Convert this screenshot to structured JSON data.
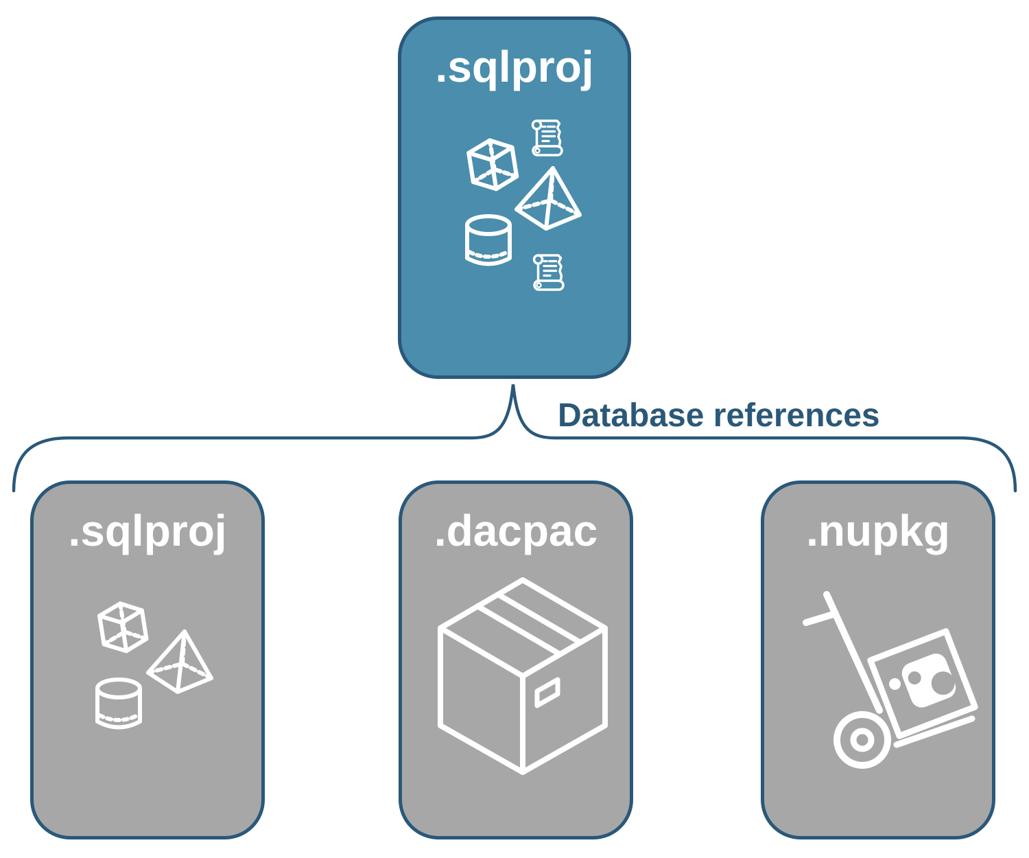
{
  "page": {
    "background": "#ffffff"
  },
  "root_card": {
    "label": ".sqlproj",
    "fill": "#4a8dac",
    "border": "#29587a",
    "icons": [
      "cube-icon",
      "scroll-icon",
      "pyramid-icon",
      "cylinder-icon",
      "scroll-icon"
    ]
  },
  "connector": {
    "label": "Database references",
    "color": "#2b5878",
    "shape": "upward-curly-brace"
  },
  "child_cards": [
    {
      "label": ".sqlproj",
      "fill": "#a7a7a7",
      "border": "#29587a",
      "icons": [
        "cube-icon",
        "pyramid-icon",
        "cylinder-icon"
      ]
    },
    {
      "label": ".dacpac",
      "fill": "#a7a7a7",
      "border": "#29587a",
      "icons": [
        "package-box-icon"
      ]
    },
    {
      "label": ".nupkg",
      "fill": "#a7a7a7",
      "border": "#29587a",
      "icons": [
        "nuget-hand-truck-icon"
      ]
    }
  ]
}
